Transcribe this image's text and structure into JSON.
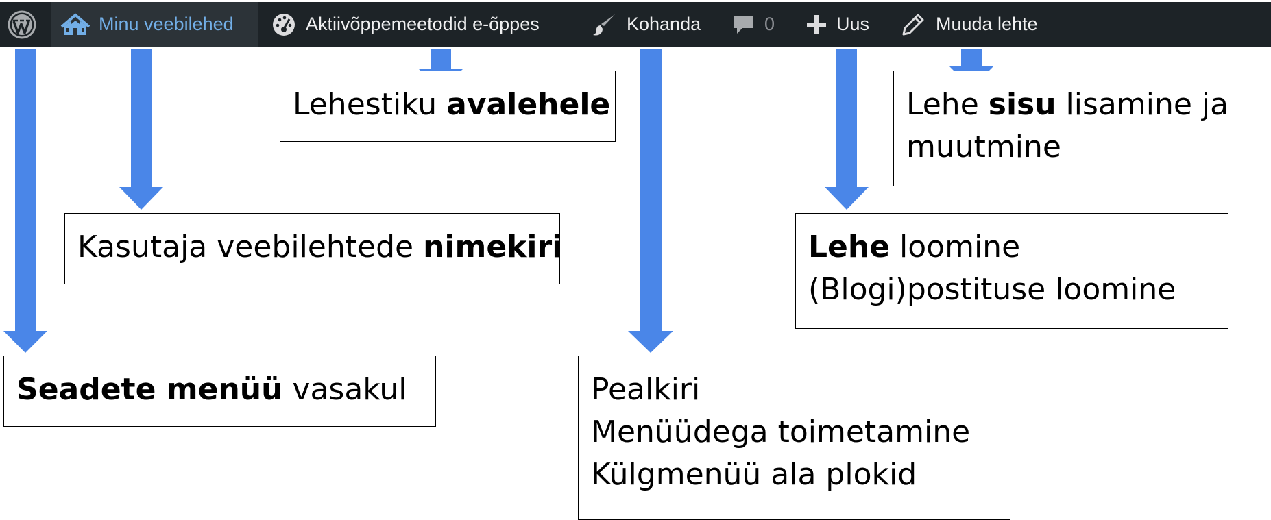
{
  "adminbar": {
    "wp_logo_icon": "wordpress-logo-icon",
    "my_sites": {
      "icon": "my-sites-icon",
      "label": "Minu veebilehed"
    },
    "site": {
      "icon": "dashboard-gauge-icon",
      "label": "Aktiivõppemeetodid e-õppes"
    },
    "customize": {
      "icon": "paintbrush-icon",
      "label": "Kohanda"
    },
    "comments": {
      "icon": "comment-bubble-icon",
      "count": "0"
    },
    "new": {
      "icon": "plus-icon",
      "label": "Uus"
    },
    "edit": {
      "icon": "pencil-icon",
      "label": "Muuda lehte"
    },
    "colors": {
      "background": "#1d2327",
      "active_background": "#2c3338",
      "active_text": "#72aee6",
      "text": "#f0f0f1"
    }
  },
  "annotations": {
    "arrow_color": "#4a86e8",
    "settings_menu": {
      "bold": "Seadete menüü",
      "rest": " vasakul"
    },
    "sites_list": {
      "text": "Kasutaja veebilehtede ",
      "bold": "nimekiri"
    },
    "site_home": {
      "text": "Lehestiku ",
      "bold": "avalehele"
    },
    "customize": {
      "lines": [
        "Pealkiri",
        "Menüüdega toimetamine",
        "Külgmenüü ala plokid"
      ]
    },
    "new_content": {
      "line1_bold": "Lehe",
      "line1_rest": " loomine",
      "line2": "(Blogi)postituse loomine"
    },
    "edit_page": {
      "line1_pre": "Lehe ",
      "line1_bold": "sisu",
      "line1_post": " lisamine ja",
      "line2": "muutmine"
    }
  }
}
